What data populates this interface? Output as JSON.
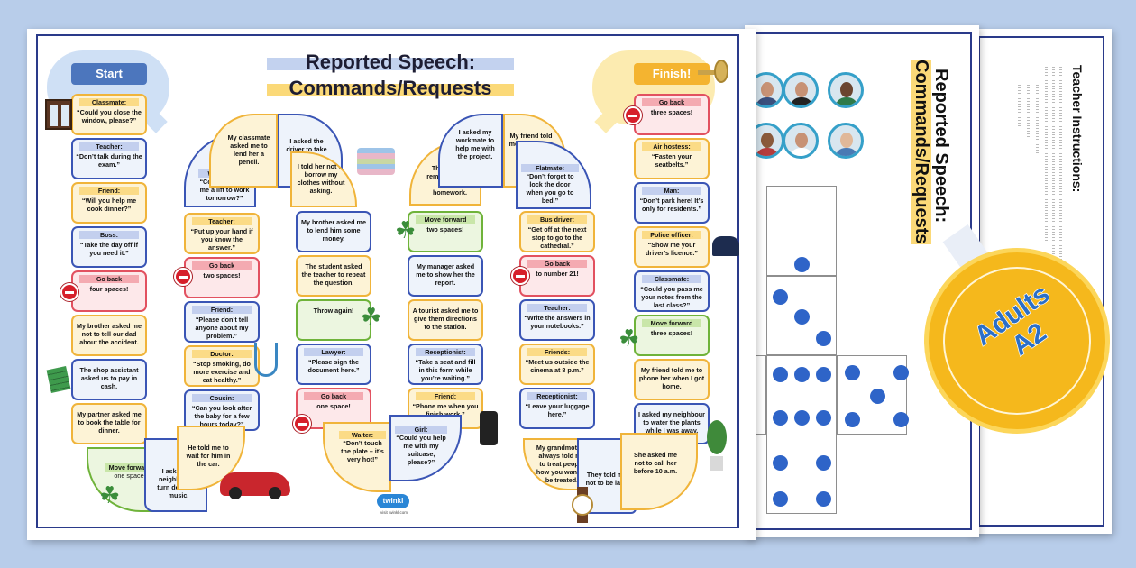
{
  "main_title_line1": "Reported Speech:",
  "main_title_line2": "Commands/Requests",
  "start_label": "Start",
  "finish_label": "Finish!",
  "side_title_line1": "Reported Speech:",
  "side_title_line2": "Commands/Requests",
  "teacher_title": "Teacher Instructions:",
  "badge_line1": "Adults",
  "badge_line2": "A2",
  "brand": "twinkl",
  "site": "visit twinkl.com",
  "colors": {
    "blue": "#3a55b5",
    "yellow": "#f0b43a",
    "red": "#e25160",
    "green": "#6fb33a",
    "accent": "#f5b81c"
  },
  "col1": [
    {
      "color": "ye",
      "label": "Classmate:",
      "text": "“Could you close the window, please?”"
    },
    {
      "color": "bl",
      "label": "Teacher:",
      "text": "“Don’t talk during the exam.”"
    },
    {
      "color": "ye",
      "label": "Friend:",
      "text": "“Will you help me cook dinner?”"
    },
    {
      "color": "bl",
      "label": "Boss:",
      "text": "“Take the day off if you need it.”"
    },
    {
      "color": "re",
      "label": "Go back",
      "text": "four spaces!"
    },
    {
      "color": "ye",
      "label": "",
      "text": "My brother asked me not to tell our dad about the accident."
    },
    {
      "color": "bl",
      "label": "",
      "text": "The shop assistant asked us to pay in cash."
    },
    {
      "color": "ye",
      "label": "",
      "text": "My partner asked me to book the table for dinner."
    }
  ],
  "col2": [
    {
      "color": "ye",
      "label": "Teacher:",
      "text": "“Put up your hand if you know the answer.”"
    },
    {
      "color": "re",
      "label": "Go back",
      "text": "two spaces!"
    },
    {
      "color": "bl",
      "label": "Friend:",
      "text": "“Please don’t tell anyone about my problem.”"
    },
    {
      "color": "ye",
      "label": "Doctor:",
      "text": "“Stop smoking, do more exercise and eat healthy.”"
    },
    {
      "color": "bl",
      "label": "Cousin:",
      "text": "“Can you look after the baby for a few hours today?”"
    }
  ],
  "col3": [
    {
      "color": "bl",
      "label": "",
      "text": "My brother asked me to lend him some money."
    },
    {
      "color": "ye",
      "label": "",
      "text": "The student asked the teacher to repeat the question."
    },
    {
      "color": "gr",
      "label": "",
      "text": "Throw again!"
    },
    {
      "color": "bl",
      "label": "Lawyer:",
      "text": "“Please sign the document here.”"
    },
    {
      "color": "re",
      "label": "Go back",
      "text": "one space!"
    }
  ],
  "col4": [
    {
      "color": "gr",
      "label": "Move forward",
      "text": "two spaces!"
    },
    {
      "color": "bl",
      "label": "",
      "text": "My manager asked me to show her the report."
    },
    {
      "color": "ye",
      "label": "",
      "text": "A tourist asked me to give them directions to the station."
    },
    {
      "color": "bl",
      "label": "Receptionist:",
      "text": "“Take a seat and fill in this form while you’re waiting.”"
    },
    {
      "color": "ye",
      "label": "Friend:",
      "text": "“Phone me when you finish work.”"
    }
  ],
  "col5": [
    {
      "color": "ye",
      "label": "Bus driver:",
      "text": "“Get off at the next stop to go to the cathedral.”"
    },
    {
      "color": "re",
      "label": "Go back",
      "text": "to number 21!"
    },
    {
      "color": "bl",
      "label": "Teacher:",
      "text": "“Write the answers in your notebooks.”"
    },
    {
      "color": "ye",
      "label": "Friends:",
      "text": "“Meet us outside the cinema at 8 p.m.”"
    },
    {
      "color": "bl",
      "label": "Receptionist:",
      "text": "“Leave your luggage here.”"
    }
  ],
  "col6": [
    {
      "color": "re",
      "label": "Go back",
      "text": "three spaces!"
    },
    {
      "color": "ye",
      "label": "Air hostess:",
      "text": "“Fasten your seatbelts.”"
    },
    {
      "color": "bl",
      "label": "Man:",
      "text": "“Don’t park here! It’s only for residents.”"
    },
    {
      "color": "ye",
      "label": "Police officer:",
      "text": "“Show me your driver’s licence.”"
    },
    {
      "color": "bl",
      "label": "Classmate:",
      "text": "“Could you pass me your notes from the last class?”"
    },
    {
      "color": "gr",
      "label": "Move forward",
      "text": "three spaces!"
    },
    {
      "color": "ye",
      "label": "",
      "text": "My friend told me to phone her when I got home."
    },
    {
      "color": "bl",
      "label": "",
      "text": "I asked my neighbour to water the plants while I was away."
    }
  ],
  "wedges": {
    "bottom1": [
      "Move forward",
      "one space!"
    ],
    "bottom2": "I asked my neighbour to turn down the music.",
    "bottom3": "He told me to wait for him in the car.",
    "arch1_left": [
      "Workmate:",
      "“Could you give me a lift to work tomorrow?”"
    ],
    "arch1_mid": "My classmate asked me to lend her a pencil.",
    "arch1_right": "I asked the driver to take me to the station.",
    "arch1_rr": "I told her not to borrow my clothes without asking.",
    "bottom4": [
      "Waiter:",
      "“Don’t touch the plate – it’s very hot!”"
    ],
    "bottom5": [
      "Girl:",
      "“Could you help me with my suitcase, please?”"
    ],
    "arch2_left": "The teacher reminded us to do our homework.",
    "arch2_mid": "I asked my workmate to help me with the project.",
    "arch2_right": "My friend told me not to lose his keys.",
    "arch2_rr": [
      "Flatmate:",
      "“Don’t forget to lock the door when you go to bed.”"
    ],
    "bottom6": "My grandmother always told me to treat people how you want to be treated.",
    "bottom7": "They told me not to be late.",
    "bottom8": "She asked me not to call her before 10 a.m."
  }
}
